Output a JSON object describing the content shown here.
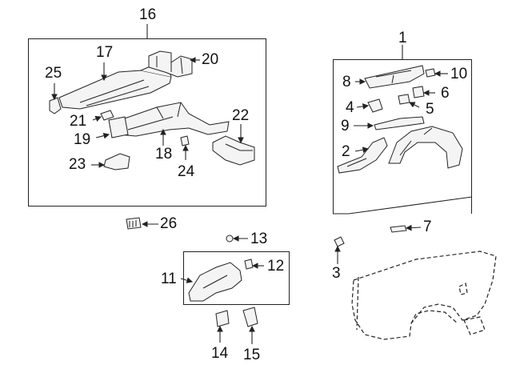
{
  "callouts": [
    {
      "id": "1",
      "text": "1"
    },
    {
      "id": "2",
      "text": "2"
    },
    {
      "id": "3",
      "text": "3"
    },
    {
      "id": "4",
      "text": "4"
    },
    {
      "id": "5",
      "text": "5"
    },
    {
      "id": "6",
      "text": "6"
    },
    {
      "id": "7",
      "text": "7"
    },
    {
      "id": "8",
      "text": "8"
    },
    {
      "id": "9",
      "text": "9"
    },
    {
      "id": "10",
      "text": "10"
    },
    {
      "id": "11",
      "text": "11"
    },
    {
      "id": "12",
      "text": "12"
    },
    {
      "id": "13",
      "text": "13"
    },
    {
      "id": "14",
      "text": "14"
    },
    {
      "id": "15",
      "text": "15"
    },
    {
      "id": "16",
      "text": "16"
    },
    {
      "id": "17",
      "text": "17"
    },
    {
      "id": "18",
      "text": "18"
    },
    {
      "id": "19",
      "text": "19"
    },
    {
      "id": "20",
      "text": "20"
    },
    {
      "id": "21",
      "text": "21"
    },
    {
      "id": "22",
      "text": "22"
    },
    {
      "id": "23",
      "text": "23"
    },
    {
      "id": "24",
      "text": "24"
    },
    {
      "id": "25",
      "text": "25"
    },
    {
      "id": "26",
      "text": "26"
    }
  ],
  "colors": {
    "line": "#222222",
    "background": "#ffffff"
  }
}
